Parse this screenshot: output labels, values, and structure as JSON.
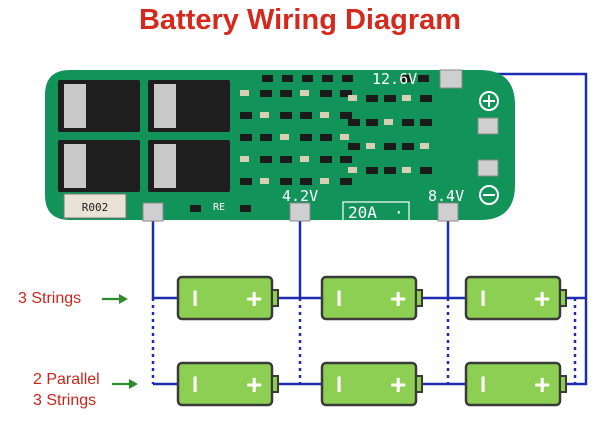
{
  "title": "Battery Wiring Diagram",
  "colors": {
    "title": "#d42a1e",
    "wire": "#1f2bb0",
    "pcb": "#12935a",
    "pcb_dark": "#0d7a49",
    "battery_body": "#8ccf52",
    "battery_border": "#3a3a3a",
    "label_red": "#c8261b",
    "arrow_green": "#2e8b2e"
  },
  "board": {
    "voltage_top": "12.6V",
    "voltage_mid1": "4.2V",
    "voltage_mid2": "8.4V",
    "current_rating": "20A",
    "current_dot": "·",
    "resistor_code": "R002",
    "re_label": "RE",
    "plus_terminal_icon": "plus-circle-icon",
    "minus_terminal_icon": "minus-circle-icon"
  },
  "rows": [
    {
      "label_lines": [
        "3 Strings"
      ]
    },
    {
      "label_lines": [
        "2 Parallel",
        "3 Strings"
      ]
    }
  ],
  "battery": {
    "minus_symbol": "I",
    "plus_symbol": "+"
  }
}
